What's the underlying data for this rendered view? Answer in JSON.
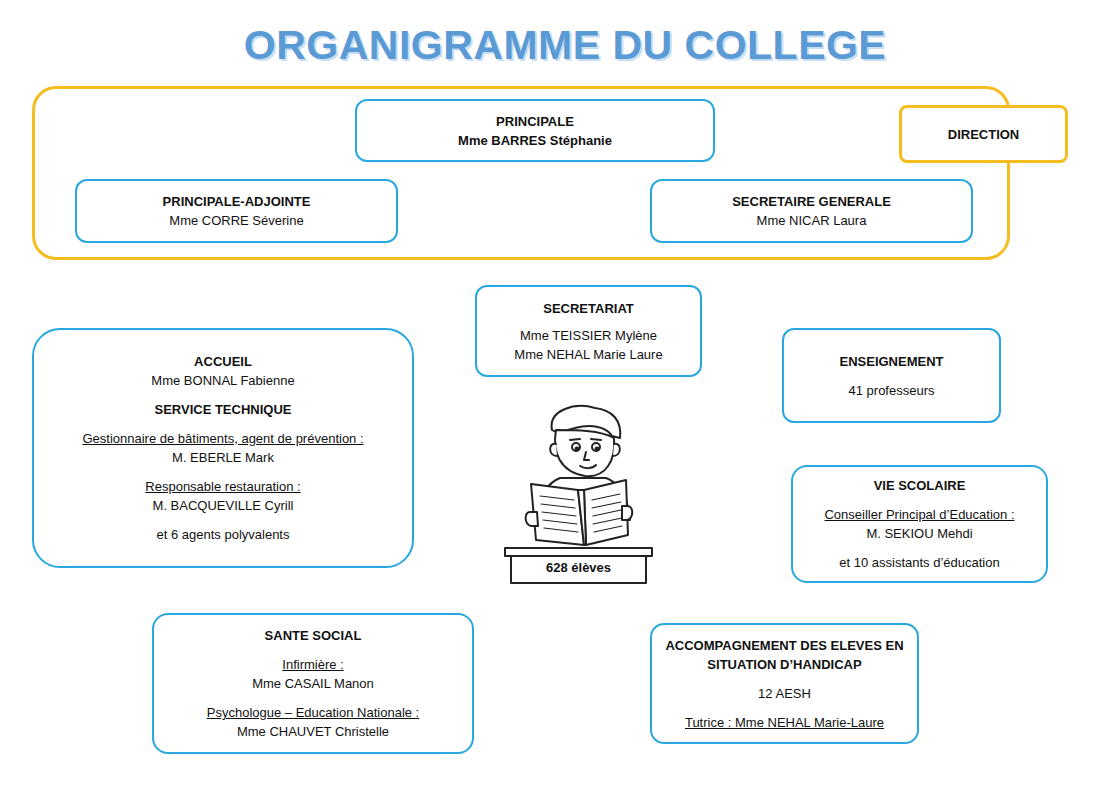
{
  "diagram": {
    "title": "ORGANIGRAMME DU COLLEGE",
    "nodes": [
      {
        "text": [
          "DIRECTION"
        ]
      },
      {
        "text": [
          "PRINCIPALE",
          "Mme BARRES Stéphanie"
        ],
        "in": 0
      },
      {
        "text": [
          "PRINCIPALE-ADJOINTE",
          "Mme CORRE Séverine"
        ],
        "in": 0
      },
      {
        "text": [
          "SECRETAIRE GENERALE",
          "Mme NICAR Laura"
        ],
        "in": 0
      },
      {
        "text": [
          "SECRETARIAT",
          "Mme TEISSIER Mylène",
          "Mme NEHAL Marie Laure"
        ]
      },
      {
        "text": [
          "ACCUEIL",
          "Mme BONNAL Fabienne",
          "SERVICE TECHNIQUE",
          "Gestionnaire de bâtiments, agent de prévention :",
          "M. EBERLE Mark",
          "Responsable restauration :",
          "M. BACQUEVILLE Cyrill",
          "et 6 agents polyvalents"
        ]
      },
      {
        "text": [
          "ENSEIGNEMENT",
          "41 professeurs"
        ]
      },
      {
        "text": [
          "VIE SCOLAIRE",
          "Conseiller Principal d’Education :",
          "M. SEKIOU Mehdi",
          "et 10 assistants d’éducation"
        ]
      },
      {
        "text": [
          "SANTE SOCIAL",
          "Infirmière :",
          "Mme CASAIL Manon",
          "Psychologue – Education Nationale :",
          "Mme CHAUVET Christelle"
        ]
      },
      {
        "text": [
          "ACCOMPAGNEMENT DES ELEVES EN SITUATION D’HANDICAP",
          "12 AESH",
          "Tutrice : Mme NEHAL Marie-Laure"
        ]
      }
    ],
    "labels": [
      "628 élèves"
    ]
  }
}
